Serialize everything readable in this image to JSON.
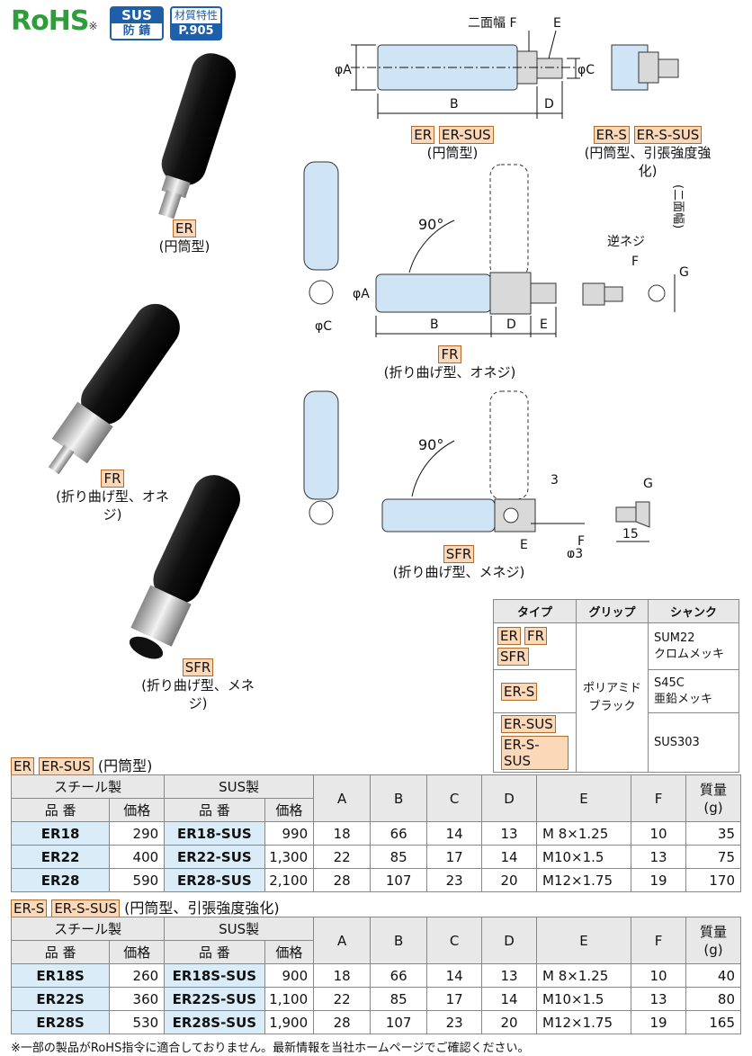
{
  "header": {
    "rohs": "RoHS",
    "rohs_mark": "※",
    "sus_top": "SUS",
    "sus_bottom": "防 錆",
    "material_top": "材質特性",
    "material_bottom": "P.905"
  },
  "photos": [
    {
      "tag": "ER",
      "caption": "(円筒型)"
    },
    {
      "tag": "FR",
      "caption": "(折り曲げ型、オネジ)"
    },
    {
      "tag": "SFR",
      "caption": "(折り曲げ型、メネジ)"
    }
  ],
  "diagram_top": {
    "labels": {
      "nimen": "二面幅 F",
      "e": "E",
      "phiA": "φA",
      "phiC": "φC",
      "b": "B",
      "d": "D"
    },
    "tags_left": [
      "ER",
      "ER-SUS"
    ],
    "caption_left": "(円筒型)",
    "tags_right": [
      "ER-S",
      "ER-S-SUS"
    ],
    "caption_right": "(円筒型、引張強度強化)"
  },
  "diagram_fr": {
    "labels": {
      "angle": "90°",
      "reverse": "逆ネジ",
      "f": "F",
      "g": "G",
      "nimen": "(二面幅)",
      "phiA": "φA",
      "phiC": "φC",
      "b": "B",
      "d": "D",
      "e": "E"
    },
    "tag": "FR",
    "caption": "(折り曲げ型、オネジ)"
  },
  "diagram_sfr": {
    "labels": {
      "angle": "90°",
      "three": "3",
      "g": "G",
      "e": "E",
      "f": "F",
      "phi3": "φ3",
      "fifteen": "15"
    },
    "tag": "SFR",
    "caption": "(折り曲げ型、メネジ)"
  },
  "materials": {
    "headers": [
      "タイプ",
      "グリップ",
      "シャンク"
    ],
    "row1_tags": [
      "ER",
      "FR",
      "SFR"
    ],
    "row1_shank": [
      "SUM22",
      "クロムメッキ"
    ],
    "row2_tags": [
      "ER-S"
    ],
    "row2_shank": [
      "S45C",
      "亜鉛メッキ"
    ],
    "row3_tags": [
      "ER-SUS",
      "ER-S-SUS"
    ],
    "row3_shank": [
      "SUS303"
    ],
    "grip": [
      "ポリアミド",
      "ブラック"
    ]
  },
  "table1": {
    "tags": [
      "ER",
      "ER-SUS"
    ],
    "title": "(円筒型)",
    "group_steel": "スチール製",
    "group_sus": "SUS製",
    "h_part": "品 番",
    "h_price": "価格",
    "cols": [
      "A",
      "B",
      "C",
      "D",
      "E",
      "F"
    ],
    "mass_top": "質量",
    "mass_unit": "(g)",
    "rows": [
      [
        "ER18",
        "290",
        "ER18-SUS",
        "990",
        "18",
        "66",
        "14",
        "13",
        "M 8×1.25",
        "10",
        "35"
      ],
      [
        "ER22",
        "400",
        "ER22-SUS",
        "1,300",
        "22",
        "85",
        "17",
        "14",
        "M10×1.5",
        "13",
        "75"
      ],
      [
        "ER28",
        "590",
        "ER28-SUS",
        "2,100",
        "28",
        "107",
        "23",
        "20",
        "M12×1.75",
        "19",
        "170"
      ]
    ]
  },
  "table2": {
    "tags": [
      "ER-S",
      "ER-S-SUS"
    ],
    "title": "(円筒型、引張強度強化)",
    "group_steel": "スチール製",
    "group_sus": "SUS製",
    "h_part": "品 番",
    "h_price": "価格",
    "cols": [
      "A",
      "B",
      "C",
      "D",
      "E",
      "F"
    ],
    "mass_top": "質量",
    "mass_unit": "(g)",
    "rows": [
      [
        "ER18S",
        "260",
        "ER18S-SUS",
        "900",
        "18",
        "66",
        "14",
        "13",
        "M 8×1.25",
        "10",
        "40"
      ],
      [
        "ER22S",
        "360",
        "ER22S-SUS",
        "1,100",
        "22",
        "85",
        "17",
        "14",
        "M10×1.5",
        "13",
        "80"
      ],
      [
        "ER28S",
        "530",
        "ER28S-SUS",
        "1,900",
        "28",
        "107",
        "23",
        "20",
        "M12×1.75",
        "19",
        "165"
      ]
    ]
  },
  "footnote": "※一部の製品がRoHS指令に適合しておりません。最新情報を当社ホームページでご確認ください。",
  "colors": {
    "tag_fill": "#fbd8b8",
    "tag_border": "#b26a2d",
    "part_fill": "#cfe5f6",
    "rohs_green": "#2e9e3a",
    "sus_blue": "#1d5fa8",
    "row_highlight": "#d9ecf7"
  }
}
